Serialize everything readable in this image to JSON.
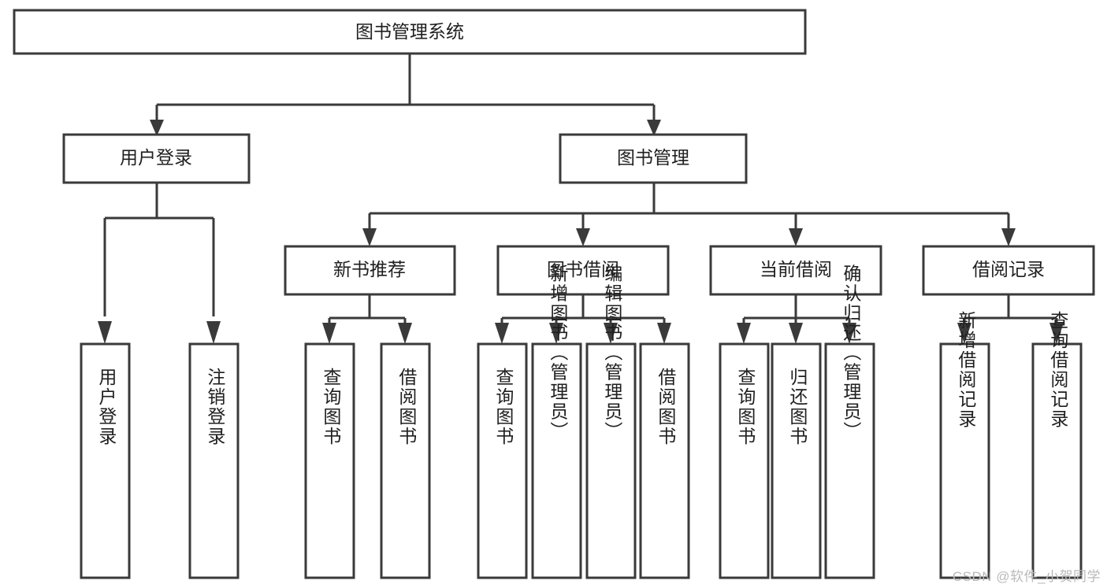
{
  "diagram": {
    "type": "tree",
    "title": "图书管理系统",
    "colors": {
      "box_fill": "#ffffff",
      "box_stroke": "#3a3a3a",
      "connector": "#3a3a3a",
      "text": "#1f1f1f",
      "watermark": "#b9b9b9"
    },
    "levels": {
      "root": "图书管理系统",
      "level2": [
        "用户登录",
        "图书管理"
      ],
      "level3": [
        "新书推荐",
        "图书借阅",
        "当前借阅",
        "借阅记录"
      ],
      "level4": [
        "用户登录",
        "注销登录",
        "查询图书",
        "借阅图书",
        "查询图书",
        "新增图书（管理员）",
        "编辑图书（管理员）",
        "借阅图书",
        "查询图书",
        "归还图书",
        "确认归还（管理员）",
        "新增借阅记录",
        "查询借阅记录"
      ]
    },
    "nodes": {
      "root": {
        "label": "图书管理系统"
      },
      "user_login": {
        "label": "用户登录"
      },
      "book_manage": {
        "label": "图书管理"
      },
      "new_book_rec": {
        "label": "新书推荐"
      },
      "book_borrow": {
        "label": "图书借阅"
      },
      "current_borrow": {
        "label": "当前借阅"
      },
      "borrow_record": {
        "label": "借阅记录"
      },
      "leaf_user_login": {
        "label": "用户登录"
      },
      "leaf_logout": {
        "label": "注销登录"
      },
      "leaf_query_book_1": {
        "label": "查询图书"
      },
      "leaf_borrow_book_1": {
        "label": "借阅图书"
      },
      "leaf_query_book_2": {
        "label": "查询图书"
      },
      "leaf_add_book": {
        "label": "新增图书（管理员）"
      },
      "leaf_edit_book": {
        "label": "编辑图书（管理员）"
      },
      "leaf_borrow_book_2": {
        "label": "借阅图书"
      },
      "leaf_query_book_3": {
        "label": "查询图书"
      },
      "leaf_return_book": {
        "label": "归还图书"
      },
      "leaf_confirm_return": {
        "label": "确认归还（管理员）"
      },
      "leaf_add_record": {
        "label": "新增借阅记录"
      },
      "leaf_query_record": {
        "label": "查询借阅记录"
      }
    },
    "edges": [
      {
        "from": "root",
        "to": "user_login"
      },
      {
        "from": "root",
        "to": "book_manage"
      },
      {
        "from": "user_login",
        "to": "leaf_user_login"
      },
      {
        "from": "user_login",
        "to": "leaf_logout"
      },
      {
        "from": "book_manage",
        "to": "new_book_rec"
      },
      {
        "from": "book_manage",
        "to": "book_borrow"
      },
      {
        "from": "book_manage",
        "to": "current_borrow"
      },
      {
        "from": "book_manage",
        "to": "borrow_record"
      },
      {
        "from": "new_book_rec",
        "to": "leaf_query_book_1"
      },
      {
        "from": "new_book_rec",
        "to": "leaf_borrow_book_1"
      },
      {
        "from": "book_borrow",
        "to": "leaf_query_book_2"
      },
      {
        "from": "book_borrow",
        "to": "leaf_add_book"
      },
      {
        "from": "book_borrow",
        "to": "leaf_edit_book"
      },
      {
        "from": "book_borrow",
        "to": "leaf_borrow_book_2"
      },
      {
        "from": "current_borrow",
        "to": "leaf_query_book_3"
      },
      {
        "from": "current_borrow",
        "to": "leaf_return_book"
      },
      {
        "from": "current_borrow",
        "to": "leaf_confirm_return"
      },
      {
        "from": "borrow_record",
        "to": "leaf_add_record"
      },
      {
        "from": "borrow_record",
        "to": "leaf_query_record"
      }
    ]
  },
  "watermark": {
    "text": "CSDN @软件_小贺同学"
  }
}
